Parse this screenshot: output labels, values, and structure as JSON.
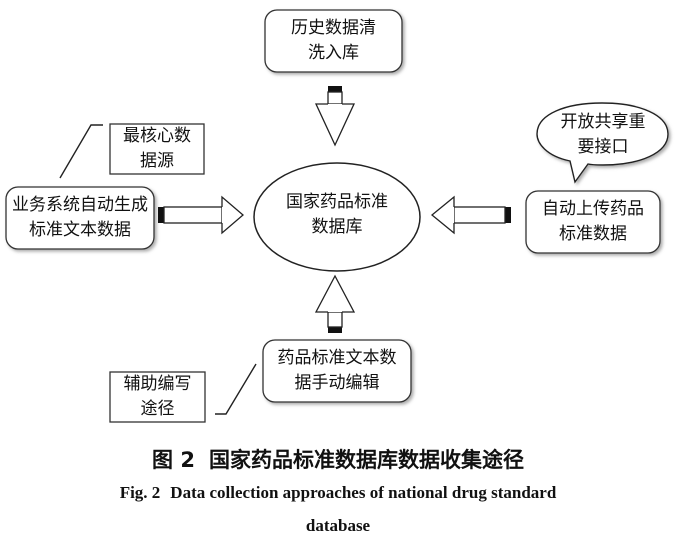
{
  "nodes": {
    "center": "国家药品标准\n数据库",
    "top": "历史数据清\n洗入库",
    "left": "业务系统自动生成\n标准文本数据",
    "right": "自动上传药品\n标准数据",
    "bottom": "药品标准文本数\n据手动编辑"
  },
  "annotations": {
    "core_source": "最核心数\n据源",
    "open_share": "开放共享重\n要接口",
    "assist_edit": "辅助编写\n途径"
  },
  "caption": {
    "cn_label": "图 2",
    "cn_text": "国家药品标准数据库数据收集途径",
    "en_label": "Fig. 2",
    "en_text_line1": "Data collection approaches of national drug standard",
    "en_text_line2": "database"
  }
}
